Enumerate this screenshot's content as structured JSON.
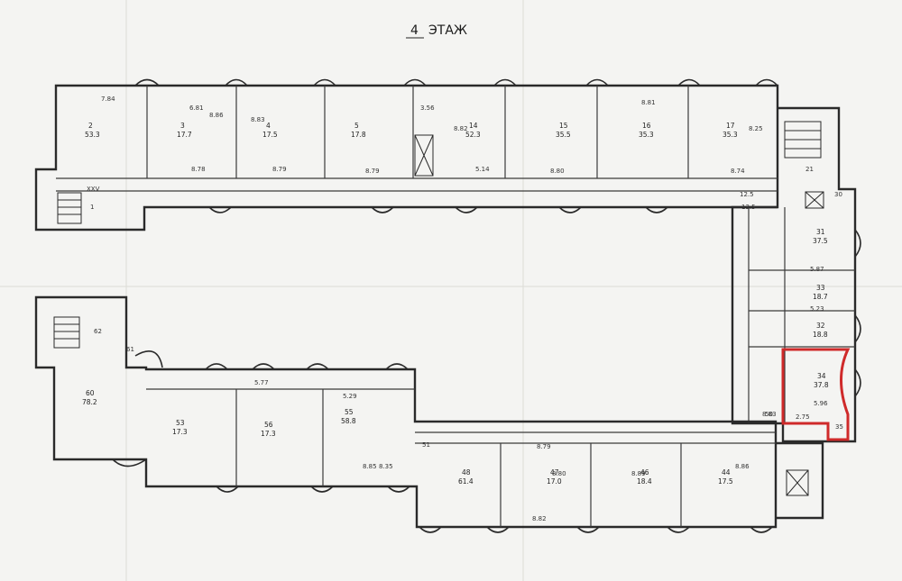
{
  "floor_title": "ЭТАЖ",
  "floor_number": "4",
  "highlight_color": "#cf2a2a",
  "highlighted_room": {
    "number": "34",
    "area": "37.8"
  },
  "rooms": [
    {
      "number": "2",
      "area": "53.3"
    },
    {
      "number": "3",
      "area": "17.7"
    },
    {
      "number": "4",
      "area": "17.5"
    },
    {
      "number": "5",
      "area": "17.8"
    },
    {
      "number": "14",
      "area": "52.3"
    },
    {
      "number": "15",
      "area": "35.5"
    },
    {
      "number": "16",
      "area": "35.3"
    },
    {
      "number": "17",
      "area": "35.3"
    },
    {
      "number": "31",
      "area": "37.5"
    },
    {
      "number": "33",
      "area": "18.7"
    },
    {
      "number": "32",
      "area": "18.8"
    },
    {
      "number": "34",
      "area": "37.8"
    },
    {
      "number": "60",
      "area": "78.2"
    },
    {
      "number": "53",
      "area": "17.3"
    },
    {
      "number": "56",
      "area": "17.3"
    },
    {
      "number": "55",
      "area": "58.8"
    },
    {
      "number": "48",
      "area": "61.4"
    },
    {
      "number": "47",
      "area": "17.0"
    },
    {
      "number": "46",
      "area": "18.4"
    },
    {
      "number": "44",
      "area": "17.5"
    }
  ],
  "dimensions": [
    "7.84",
    "6.81",
    "8.86",
    "8.83",
    "3.56",
    "8.82",
    "8.81",
    "8.25",
    "8.78",
    "8.79",
    "8.79",
    "5.14",
    "8.80",
    "8.74",
    "5.87",
    "5.23",
    "5.96",
    "5.77",
    "5.29",
    "8.85",
    "8.35",
    "8.79",
    "8.82",
    "8.80",
    "8.89",
    "8.86",
    "8.83",
    "2.75",
    "12.5",
    "13.5"
  ],
  "labels": [
    "XXV",
    "1",
    "21",
    "30",
    "62",
    "61",
    "35",
    "50",
    "51"
  ]
}
